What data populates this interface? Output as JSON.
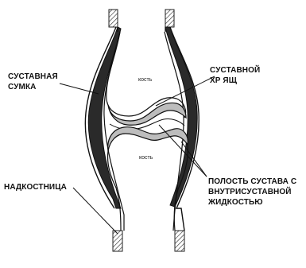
{
  "labels": {
    "capsule": "СУСТАВНАЯ\nСУМКА",
    "cartilage": "СУСТАВНОЙ\nХР ЯЩ",
    "bone_upper": "кость",
    "bone_lower": "кость",
    "cavity": "ПОЛОСТЬ СУСТАВА С\nВНУТРИСУСТАВНОЙ\nЖИДКОСТЬЮ",
    "periosteum": "НАДКОСТНИЦА"
  }
}
